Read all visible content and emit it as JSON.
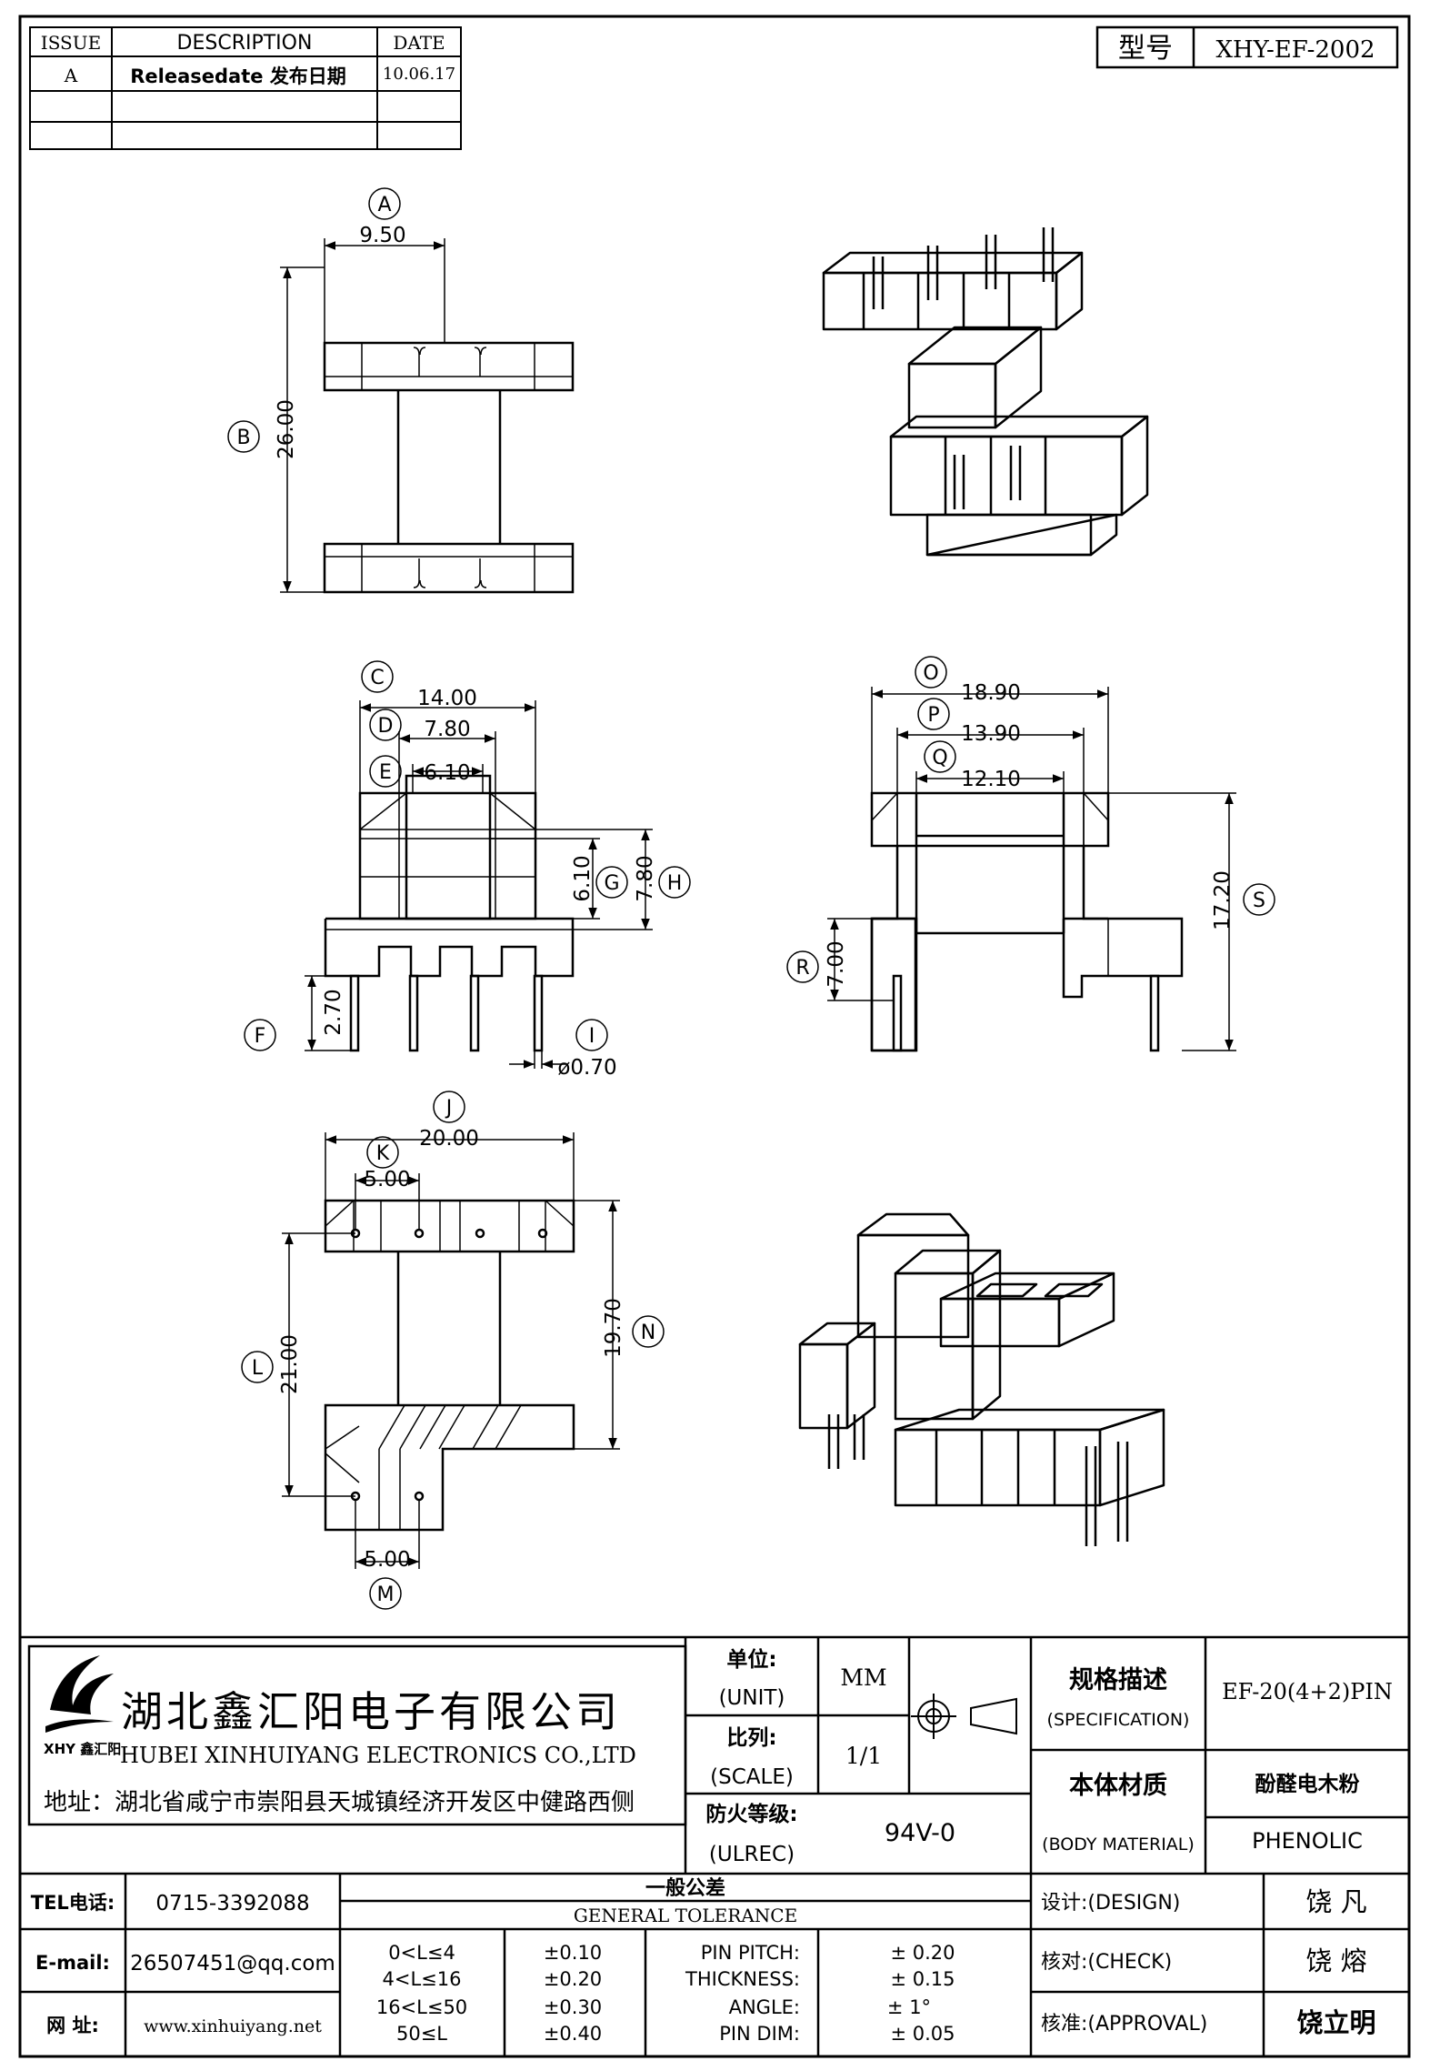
{
  "revision_table": {
    "headers": [
      "ISSUE",
      "DESCRIPTION",
      "DATE"
    ],
    "rows": [
      [
        "A",
        "Releasedate 发布日期",
        "10.06.17"
      ],
      [
        "",
        "",
        ""
      ],
      [
        "",
        "",
        ""
      ]
    ]
  },
  "model": {
    "label": "型号",
    "value": "XHY-EF-2002"
  },
  "views": {
    "top": {
      "labels": [
        "A",
        "B"
      ],
      "dims": [
        "9.50",
        "26.00"
      ]
    },
    "front": {
      "labels": [
        "C",
        "D",
        "E",
        "F",
        "G",
        "H",
        "I"
      ],
      "dims": [
        "14.00",
        "7.80",
        "6.10",
        "2.70",
        "6.10",
        "7.80",
        "ø0.70"
      ]
    },
    "side": {
      "labels": [
        "O",
        "P",
        "Q",
        "R",
        "S"
      ],
      "dims": [
        "18.90",
        "13.90",
        "12.10",
        "7.00",
        "17.20"
      ]
    },
    "bottom": {
      "labels": [
        "J",
        "K",
        "L",
        "M",
        "N"
      ],
      "dims": [
        "20.00",
        "5.00",
        "21.00",
        "5.00",
        "19.70"
      ]
    }
  },
  "company": {
    "logo_text": "XHY 鑫汇阳",
    "name_cn": "湖北鑫汇阳电子有限公司",
    "name_en": "HUBEI XINHUIYANG ELECTRONICS CO.,LTD",
    "address": "地址：湖北省咸宁市崇阳县天城镇经济开发区中健路西侧"
  },
  "title_block": {
    "unit_label_cn": "单位:",
    "unit_label_en": "(UNIT)",
    "unit_value": "MM",
    "scale_label_cn": "比列:",
    "scale_label_en": "(SCALE)",
    "scale_value": "1/1",
    "fire_label_cn": "防火等级:",
    "fire_label_en": "(ULREC)",
    "fire_value": "94V-0",
    "spec_label_cn": "规格描述",
    "spec_label_en": "(SPECIFICATION)",
    "spec_value": "EF-20(4+2)PIN",
    "material_label_cn": "本体材质",
    "material_label_en": "(BODY MATERIAL)",
    "material_value_cn": "酚醛电木粉",
    "material_value_en": "PHENOLIC"
  },
  "contact": {
    "tel_label": "TEL电话:",
    "tel_value": "0715-3392088",
    "email_label": "E-mail:",
    "email_value": "26507451@qq.com",
    "web_label": "网  址:",
    "web_value": "www.xinhuiyang.net"
  },
  "tolerance": {
    "title_cn": "一般公差",
    "title_en": "GENERAL TOLERANCE",
    "ranges": [
      [
        "0<L≤4",
        "±0.10"
      ],
      [
        "4<L≤16",
        "±0.20"
      ],
      [
        "16<L≤50",
        "±0.30"
      ],
      [
        "50≤L",
        "±0.40"
      ]
    ],
    "specs": [
      [
        "PIN PITCH:",
        "±  0.20"
      ],
      [
        "THICKNESS:",
        "±  0.15"
      ],
      [
        "ANGLE:",
        "±  1°"
      ],
      [
        "PIN DIM:",
        "±  0.05"
      ]
    ]
  },
  "approvals": {
    "design_label": "设计:(DESIGN)",
    "design_name": "饶  凡",
    "check_label": "核对:(CHECK)",
    "check_name": "饶  熔",
    "approval_label": "核准:(APPROVAL)",
    "approval_name": "饶立明"
  }
}
